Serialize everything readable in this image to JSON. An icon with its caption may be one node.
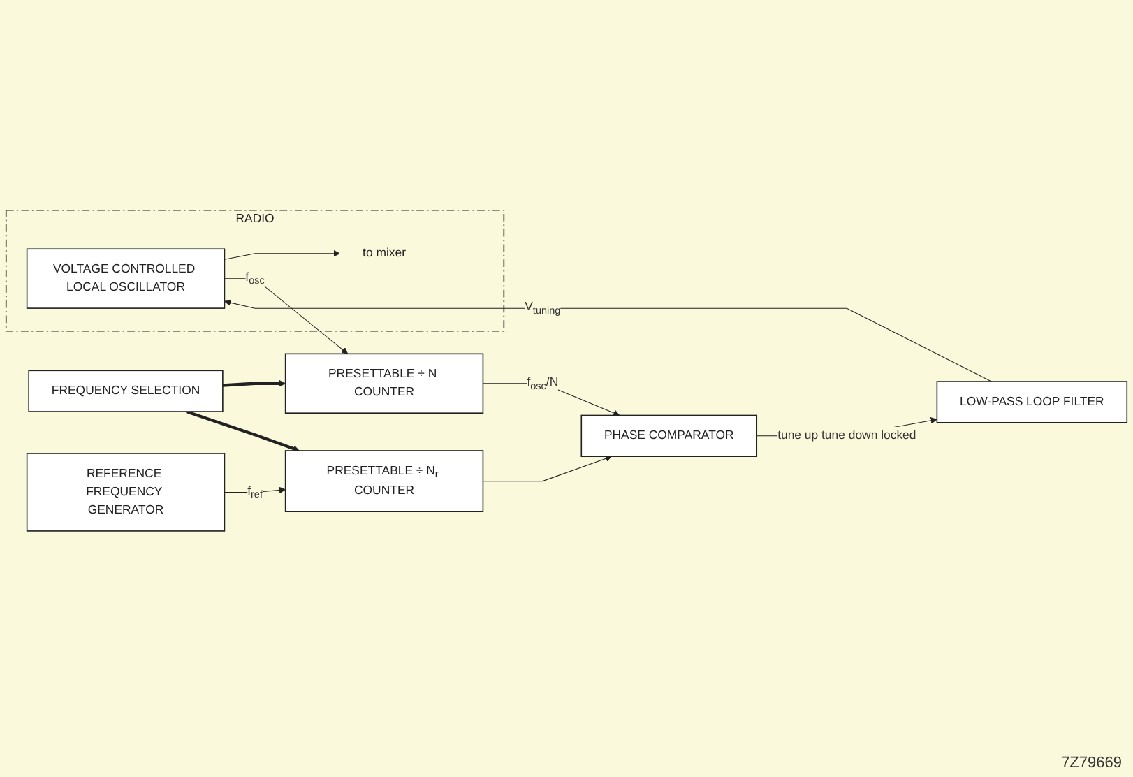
{
  "diagram": {
    "nodes": [
      {
        "text": [
          "RADIO"
        ]
      },
      {
        "text": [
          "VOLTAGE CONTROLLED LOCAL OSCILLATOR"
        ],
        "in": 0
      },
      {
        "text": [
          "to mixer"
        ],
        "in": 0
      },
      {
        "text": [
          "FREQUENCY SELECTION"
        ]
      },
      {
        "text": [
          "PRESETTABLE ÷ N COUNTER"
        ]
      },
      {
        "text": [
          "REFERENCE FREQUENCY GENERATOR"
        ]
      },
      {
        "text": [
          "PRESETTABLE ÷ N$_{r}$ COUNTER"
        ]
      },
      {
        "text": [
          "PHASE COMPARATOR"
        ]
      },
      {
        "text": [
          "LOW-PASS LOOP FILTER"
        ]
      }
    ],
    "edges": [
      {
        "from": 1,
        "to": 2,
        "arrow": "to"
      },
      {
        "from": 1,
        "to": 4,
        "arrow": "to",
        "label": "f$_{osc}$"
      },
      {
        "from": 3,
        "to": 4,
        "arrow": "to",
        "style": "thick"
      },
      {
        "from": 3,
        "to": 6,
        "arrow": "to",
        "style": "thick"
      },
      {
        "from": 4,
        "to": 7,
        "arrow": "to",
        "label": "f$_{osc}$/N"
      },
      {
        "from": 5,
        "to": 6,
        "arrow": "to",
        "label": "f$_{ref}$"
      },
      {
        "from": 6,
        "to": 7,
        "arrow": "to"
      },
      {
        "from": 7,
        "to": 8,
        "arrow": "to",
        "label": "tune up tune down locked"
      },
      {
        "from": 8,
        "to": 1,
        "arrow": "to",
        "label": "V$_{tuning}$"
      }
    ],
    "labels": [
      "7Z79669"
    ]
  }
}
